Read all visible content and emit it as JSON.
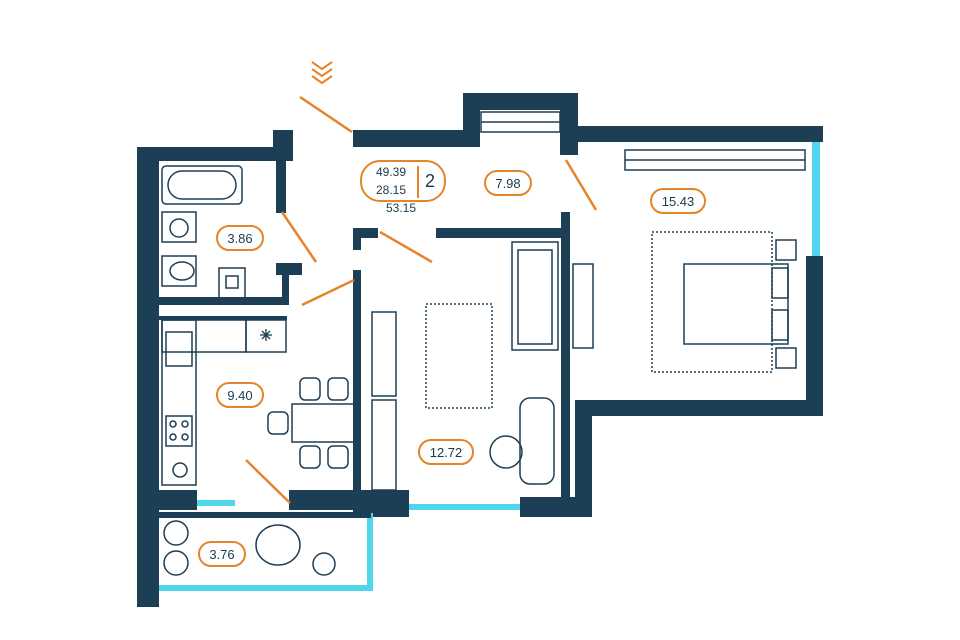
{
  "colors": {
    "wall": "#1d3f55",
    "window": "#4fd6ea",
    "door": "#e4842b",
    "furniture": "#1d3f55"
  },
  "summary": {
    "living_area": "49.39",
    "sub_area": "28.15",
    "total_area": "53.15",
    "rooms": "2"
  },
  "rooms": [
    {
      "id": "bathroom",
      "area": "3.86"
    },
    {
      "id": "hall",
      "area": "7.98"
    },
    {
      "id": "bedroom",
      "area": "15.43"
    },
    {
      "id": "kitchen",
      "area": "9.40"
    },
    {
      "id": "living-room",
      "area": "12.72"
    },
    {
      "id": "balcony",
      "area": "3.76"
    }
  ],
  "icons": [
    "entrance-chevrons-icon",
    "snowflake-icon"
  ]
}
